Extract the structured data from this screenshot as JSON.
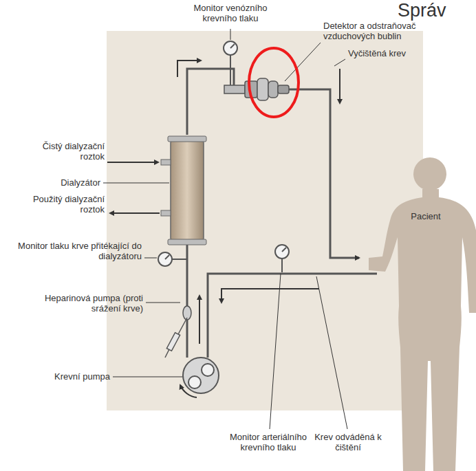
{
  "diagram": {
    "nodes": [
      {
        "text": [
          "Pacient"
        ]
      }
    ],
    "labels": [
      "Správ",
      "Monitor venózního krevního tlaku",
      "Detektor a odstraňovač vzduchových bublin",
      "Vyčištěná krev",
      "Čistý dialyzační roztok",
      "Dialyzátor",
      "Použitý dialyzační roztok",
      "Monitor tlaku krve přitékající do dialyzátoru",
      "Heparinová pumpa (proti srážení krve)",
      "Krevní pumpa",
      "Monitor arteriálního krevního tlaku",
      "Krev odváděná k čištění"
    ]
  }
}
